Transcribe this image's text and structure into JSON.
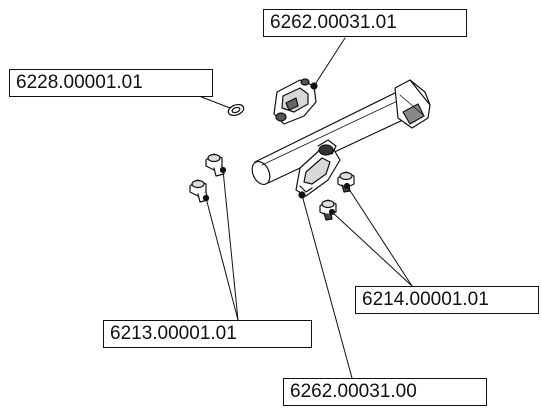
{
  "callouts": [
    {
      "id": "c1",
      "part_number": "6262.00031.01"
    },
    {
      "id": "c2",
      "part_number": "6228.00001.01"
    },
    {
      "id": "c3",
      "part_number": "6214.00001.01"
    },
    {
      "id": "c4",
      "part_number": "6213.00001.01"
    },
    {
      "id": "c5",
      "part_number": "6262.00031.00"
    }
  ]
}
